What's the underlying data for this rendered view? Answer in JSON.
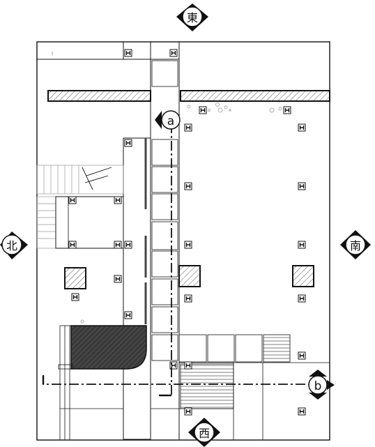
{
  "compass": {
    "north": "北",
    "south": "南",
    "east": "東",
    "west": "西"
  },
  "section_markers": {
    "a": "a",
    "b": "b"
  },
  "colors": {
    "line": "#111111",
    "hatch": "#555555",
    "dark_fill": "#3a3a3a",
    "paper": "#ffffff"
  },
  "icons": {
    "column_marker": "h-column-icon",
    "compass_badge": "compass-badge-icon",
    "section_cut": "section-cut-icon"
  }
}
